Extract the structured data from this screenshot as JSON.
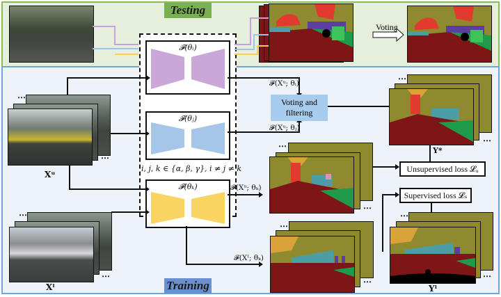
{
  "panels": {
    "testing_label": "Testing",
    "training_label": "Training"
  },
  "models": [
    {
      "id": "i",
      "label": "𝓕(θᵢ)",
      "color": "#c9a8d8"
    },
    {
      "id": "j",
      "label": "𝓕(θⱼ)",
      "color": "#a6c6e8"
    },
    {
      "id": "k",
      "label": "𝓕(θₖ)",
      "color": "#f9d462"
    }
  ],
  "constraint_label": "i, j, k ∈ {α, β, γ}, i ≠ j ≠ k",
  "testing": {
    "voting_label": "Voting",
    "input_line_colors": [
      "#c7a2d8",
      "#9cc4ea",
      "#f9cf55"
    ]
  },
  "training": {
    "input_unlabeled": "Xᵘ",
    "input_labeled": "Xˡ",
    "output_i_label": "𝓕(Xᵘ; θᵢ)",
    "output_j_label": "𝓕(Xᵘ; θⱼ)",
    "output_k_unlabeled_label": "𝓕(Xᵘ; θₖ)",
    "output_k_labeled_label": "𝓕(Xˡ; θₖ)",
    "voting_filtering_label": "Voting and filtering",
    "pseudo_label": "Y*",
    "ground_truth_label": "Yˡ",
    "unsupervised_loss": "Unsupervised loss 𝓛ᵤ",
    "supervised_loss": "Supervised loss 𝓛ₛ",
    "ellipsis": "⋯"
  },
  "segmentation_colors": {
    "road": "#7e1516",
    "building": "#8f8a2f",
    "vegetation": "#d9a33a",
    "sky_red": "#e03b2e",
    "car": "#4c9ea6",
    "sidewalk": "#1f9a4a",
    "person": "#5b3ea0"
  }
}
